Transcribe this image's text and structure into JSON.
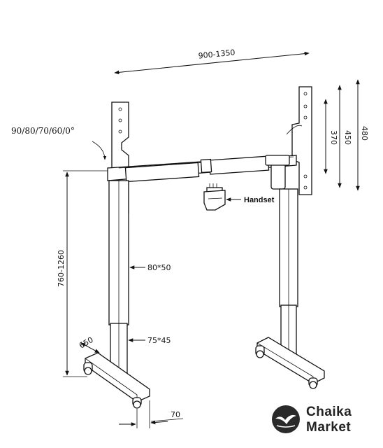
{
  "dimensions": {
    "width_range": "900-1350",
    "tilt_angles": "90/80/70/60/0°",
    "height_range": "760-1260",
    "bracket_370": "370",
    "bracket_450": "450",
    "bracket_480": "480",
    "upper_column": "80*50",
    "lower_column": "75*45",
    "foot_length": "650",
    "foot_width": "70"
  },
  "labels": {
    "handset": "Handset"
  },
  "brand": {
    "line1": "Chaika",
    "line2": "Market"
  },
  "colors": {
    "line": "#111111",
    "background": "#ffffff",
    "logo": "#2a2a2a"
  }
}
